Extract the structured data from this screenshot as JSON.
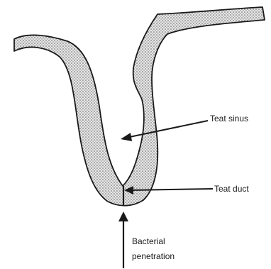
{
  "diagram": {
    "labels": {
      "teat_sinus": "Teat sinus",
      "teat_duct": "Teat duct",
      "bacterial_line1": "Bacterial",
      "bacterial_line2": "penetration"
    },
    "colors": {
      "tissue_fill": "#d9d9d9",
      "outline": "#1a1a1a",
      "stipple": "#555555"
    }
  }
}
